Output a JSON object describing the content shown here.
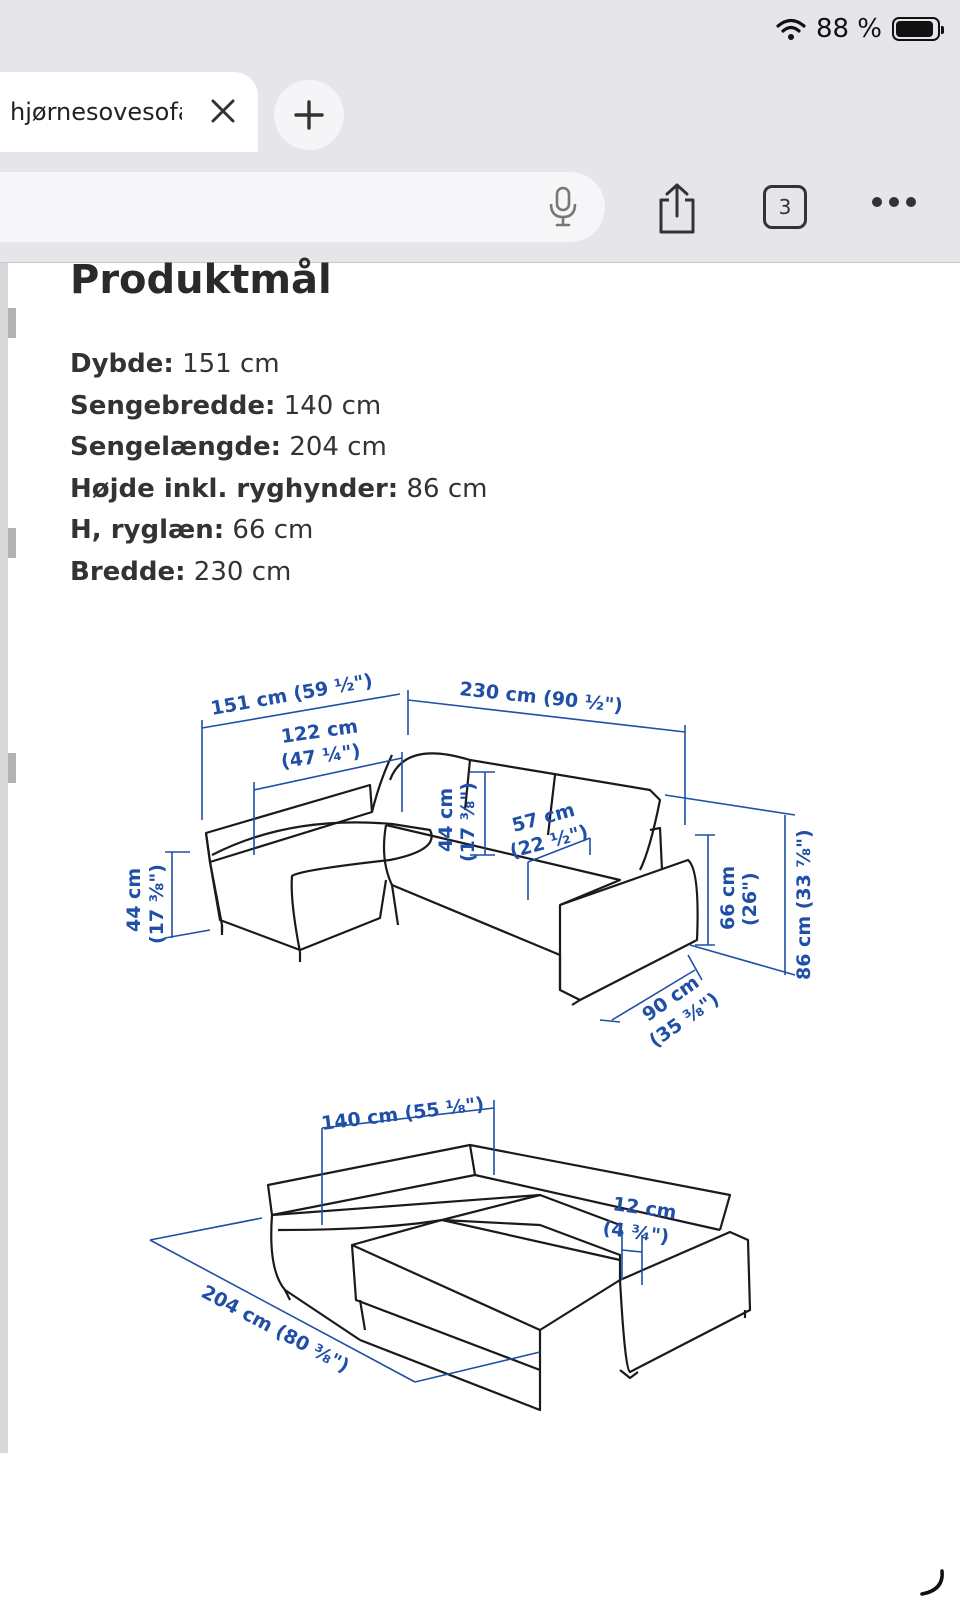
{
  "status_bar": {
    "wifi_icon": "wifi-icon",
    "battery_percent": "88 %",
    "battery_level": 0.88
  },
  "browser": {
    "tab_title": "hjørnesovesofa",
    "tab_count": "3",
    "icons": [
      "close-icon",
      "plus-icon",
      "microphone-icon",
      "share-icon",
      "tabs-icon",
      "more-icon"
    ]
  },
  "page": {
    "heading": "Produktmål",
    "specs": [
      {
        "label": "Dybde:",
        "value": "151 cm"
      },
      {
        "label": "Sengebredde:",
        "value": "140 cm"
      },
      {
        "label": "Sengelængde:",
        "value": "204 cm"
      },
      {
        "label": "Højde inkl. ryghynder:",
        "value": "86 cm"
      },
      {
        "label": "H, ryglæn:",
        "value": "66 cm"
      },
      {
        "label": "Bredde:",
        "value": "230 cm"
      }
    ]
  },
  "diagram": {
    "color": "#1f4fa6",
    "sofa_labels": {
      "depth": "151 cm (59 ½\")",
      "width": "230 cm (90 ½\")",
      "chaise_line1": "122 cm",
      "chaise_line2": "(47 ¼\")",
      "seat_h_line1": "44 cm",
      "seat_h_line2": "(17 ⅜\")",
      "cushion_h_line1": "44 cm",
      "cushion_h_line2": "(17 ⅜\")",
      "seat_d_line1": "57 cm",
      "seat_d_line2": "(22 ½\")",
      "back_h_line1": "66 cm",
      "back_h_line2": "(26\")",
      "total_h": "86 cm (33 ⅞\")",
      "arm_line1": "90 cm",
      "arm_line2": "(35 ⅜\")"
    },
    "bed_labels": {
      "bed_width": "140 cm (55 ⅛\")",
      "arm_line1": "12 cm",
      "arm_line2": "(4 ¾\")",
      "bed_length": "204 cm (80 ⅜\")"
    }
  }
}
